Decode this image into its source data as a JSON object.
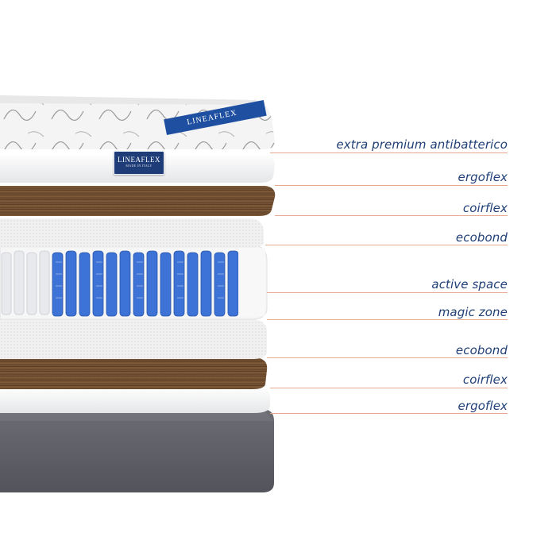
{
  "brand": {
    "tag_name": "LINEAFLEX",
    "tag_sub": "MADE IN ITALY",
    "strip_name": "LINEAFLEX"
  },
  "layers": [
    {
      "label": "extra premium antibatterico"
    },
    {
      "label": "ergoflex"
    },
    {
      "label": "coirflex"
    },
    {
      "label": "ecobond"
    },
    {
      "label": "active space"
    },
    {
      "label": "magic zone"
    },
    {
      "label": "ecobond"
    },
    {
      "label": "coirflex"
    },
    {
      "label": "ergoflex"
    }
  ],
  "colors": {
    "label": "#1f3f76",
    "leader_line": "#e6a98f",
    "coir": "#6a4a2c",
    "spring_blue": "#3a6fd0",
    "base_grey": "#5f6068",
    "brand_blue": "#1e3c78"
  }
}
